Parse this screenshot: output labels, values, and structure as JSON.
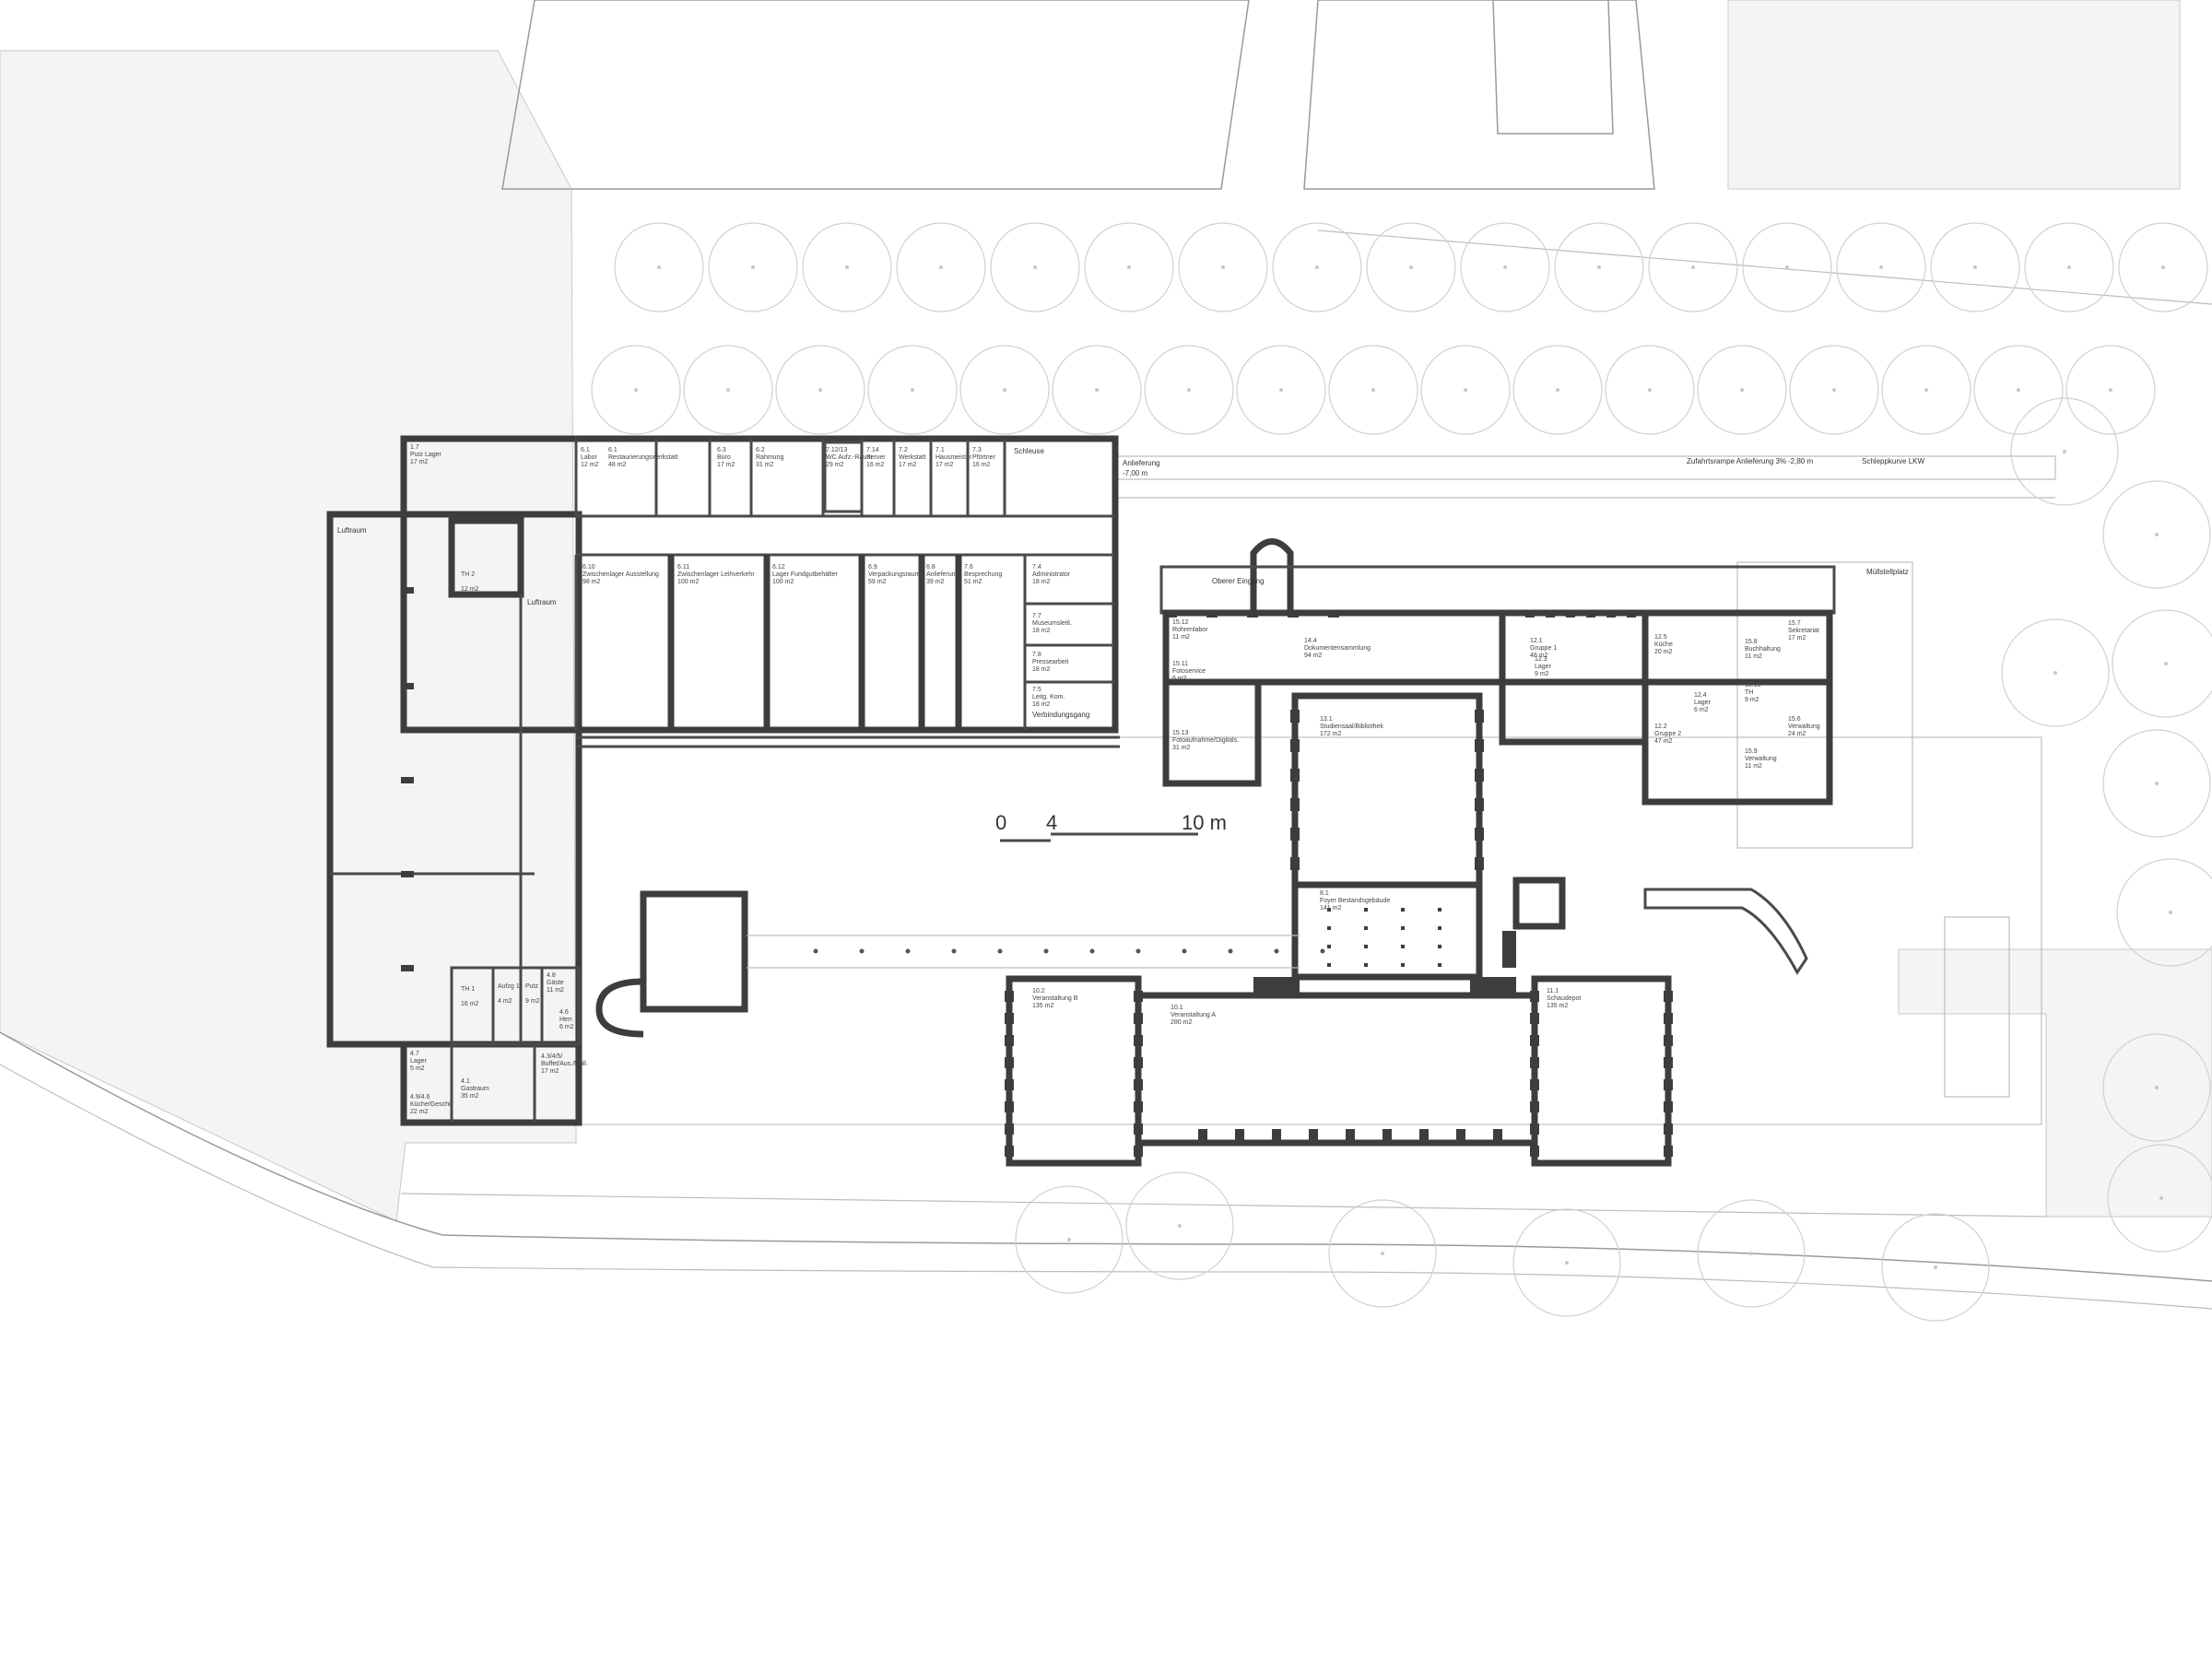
{
  "scale_bar": {
    "t0": "0",
    "t4": "4",
    "t10": "10 m"
  },
  "site_labels": {
    "anlieferung": "Anlieferung",
    "anlieferung_level": "-7,00 m",
    "ramp": "Zufahrtsrampe Anlieferung 3%",
    "ramp_level": "-2,80 m",
    "schlepp": "Schleppkurve LKW",
    "muellplatz": "Müllstellplatz",
    "oberer_eingang": "Oberer Eingang",
    "luftraum_1": "Luftraum",
    "luftraum_2": "Luftraum",
    "schleuse": "Schleuse",
    "verbindungsgang": "Verbindungsgang"
  },
  "rooms": {
    "r1_7": {
      "no": "1.7",
      "name": "Putz Lager",
      "area": "17 m2"
    },
    "r6_1a": {
      "no": "6.1",
      "name": "Labor",
      "area": "12 m2"
    },
    "r6_1": {
      "no": "6.1",
      "name": "Restaurierungswerkstatt",
      "area": "48 m2"
    },
    "r6_3": {
      "no": "6.3",
      "name": "Büro",
      "area": "17 m2"
    },
    "r6_2": {
      "no": "6.2",
      "name": "Rahmung",
      "area": "31 m2"
    },
    "r7_12": {
      "no": "7.12/13",
      "name": "WC Aufz.-Raum",
      "area": "29 m2"
    },
    "r7_14": {
      "no": "7.14",
      "name": "Server",
      "area": "16 m2"
    },
    "r7_2": {
      "no": "7.2",
      "name": "Werkstatt",
      "area": "17 m2"
    },
    "r7_1": {
      "no": "7.1",
      "name": "Hausmeister",
      "area": "17 m2"
    },
    "r7_3": {
      "no": "7.3",
      "name": "Pförtner",
      "area": "16 m2"
    },
    "r7_4": {
      "no": "7.4",
      "name": "Administrator",
      "area": "18 m2"
    },
    "r7_7": {
      "no": "7.7",
      "name": "Museumsleitl.",
      "area": "18 m2"
    },
    "r7_8": {
      "no": "7.8",
      "name": "Pressearbeit",
      "area": "18 m2"
    },
    "r7_5": {
      "no": "7.5",
      "name": "Leitg. Kom.",
      "area": "18 m2"
    },
    "r6_10": {
      "no": "6.10",
      "name": "Zwischenlager Ausstellung",
      "area": "98 m2"
    },
    "r6_11": {
      "no": "6.11",
      "name": "Zwischenlager Leihverkehr",
      "area": "100 m2"
    },
    "r6_12": {
      "no": "6.12",
      "name": "Lager Fundgutbehälter",
      "area": "100 m2"
    },
    "r6_9": {
      "no": "6.9",
      "name": "Verpackungsraum",
      "area": "59 m2"
    },
    "r6_8": {
      "no": "6.8",
      "name": "Anlieferung",
      "area": "39 m2"
    },
    "r7_6": {
      "no": "7.6",
      "name": "Besprechung",
      "area": "51 m2"
    },
    "r7_9": {
      "no": "TH 2",
      "name": "",
      "area": "12 m2"
    },
    "r15_12": {
      "no": "15.12",
      "name": "Rohrenlabor",
      "area": "11 m2"
    },
    "r15_11": {
      "no": "15.11",
      "name": "Fotoservice",
      "area": "6 m2"
    },
    "r15_13": {
      "no": "15.13",
      "name": "Fotoaufnahme/Digitals.",
      "area": "31 m2"
    },
    "r14_4": {
      "no": "14.4",
      "name": "Dokumentensammlung",
      "area": "94 m2"
    },
    "r13_1": {
      "no": "13.1",
      "name": "Studiensaal/Bibliothek",
      "area": "172 m2"
    },
    "r12_1": {
      "no": "12.1",
      "name": "Gruppe 1",
      "area": "48 m2"
    },
    "r12_3": {
      "no": "12.3",
      "name": "Lager",
      "area": "9 m2"
    },
    "r12_5": {
      "no": "12.5",
      "name": "Küche",
      "area": "20 m2"
    },
    "r12_2": {
      "no": "12.2",
      "name": "Gruppe 2",
      "area": "47 m2"
    },
    "r12_4": {
      "no": "12.4",
      "name": "Lager",
      "area": "6 m2"
    },
    "r15_8": {
      "no": "15.8",
      "name": "Buchhaltung",
      "area": "11 m2"
    },
    "r15_7": {
      "no": "15.7",
      "name": "Sekretariat",
      "area": "17 m2"
    },
    "r15_10": {
      "no": "15.10",
      "name": "TH",
      "area": "9 m2"
    },
    "r15_9": {
      "no": "15.9",
      "name": "Verwaltung",
      "area": "11 m2"
    },
    "r15_6": {
      "no": "15.6",
      "name": "Verwaltung",
      "area": "24 m2"
    },
    "r8_1": {
      "no": "8.1",
      "name": "Foyer Bestandsgebäude",
      "area": "141 m2"
    },
    "r10_2": {
      "no": "10.2",
      "name": "Veranstaltung B",
      "area": "135 m2"
    },
    "r10_1": {
      "no": "10.1",
      "name": "Veranstaltung A",
      "area": "280 m2"
    },
    "r11_1": {
      "no": "11.1",
      "name": "Schaudepot",
      "area": "135 m2"
    },
    "rth1": {
      "no": "TH 1",
      "name": "",
      "area": "16 m2"
    },
    "raufz": {
      "no": "Aufzg 1",
      "name": "",
      "area": "4 m2"
    },
    "rputz": {
      "no": "Putz",
      "name": "",
      "area": "9 m2"
    },
    "r4_8": {
      "no": "4.8",
      "name": "Gäste",
      "area": "11 m2"
    },
    "r4_6": {
      "no": "4.6",
      "name": "Herr.",
      "area": "6 m2"
    },
    "r4_7": {
      "no": "4.7",
      "name": "Lager",
      "area": "5 m2"
    },
    "r4_1": {
      "no": "4.1",
      "name": "Gastraum",
      "area": "35 m2"
    },
    "r4_34": {
      "no": "4.3/4/5/",
      "name": "Buffet/Aus./Müll.",
      "area": "17 m2"
    },
    "r4_9": {
      "no": "4.9/4.6",
      "name": "Küche/Geschi.",
      "area": "22 m2"
    }
  },
  "colors": {
    "wall": "#3d3d3d",
    "context": "#9a9a9a",
    "ground": "#f4f4f4",
    "tree": "#d0d0d0"
  }
}
